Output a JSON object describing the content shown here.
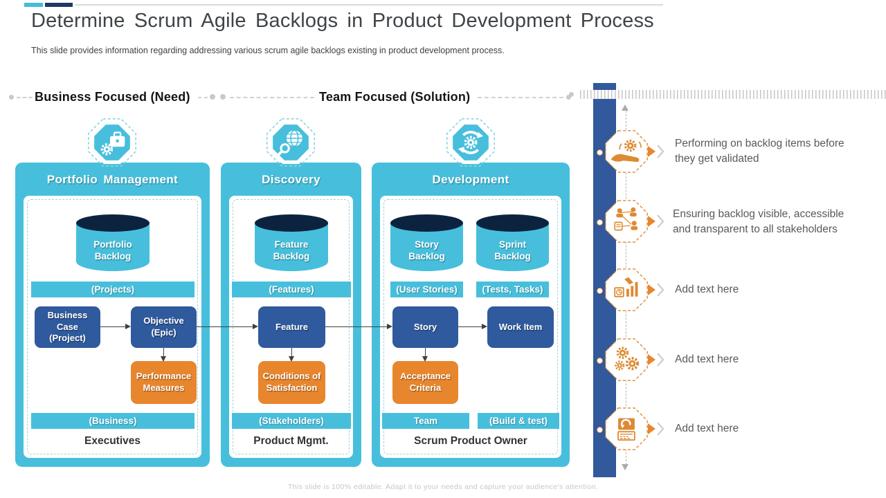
{
  "slide": {
    "title": "Determine Scrum Agile Backlogs in Product Development Process",
    "subtitle": "This slide provides information regarding addressing various scrum agile backlogs existing in product development process.",
    "footer": "This slide is 100% editable. Adapt it to your needs and capture your audience's attention."
  },
  "sections": {
    "business": "Business Focused (Need)",
    "team": "Team Focused (Solution)"
  },
  "colors": {
    "cyan": "#47BFDC",
    "navy_box": "#2F5A9D",
    "orange": "#E8862D",
    "cylinder_top": "#0C2340",
    "sidebar_bar": "#31599B",
    "icon_orange": "#DE8A33"
  },
  "columns": [
    {
      "title": "Portfolio Management",
      "icon": "briefcase-gear",
      "backlogs": [
        {
          "name": "Portfolio Backlog",
          "caption": "(Projects)"
        }
      ],
      "boxes": {
        "left": "Business Case (Project)",
        "right": "Objective (Epic)",
        "orange": "Performance Measures"
      },
      "footer_bars": [
        "(Business)"
      ],
      "owner": "Executives"
    },
    {
      "title": "Discovery",
      "icon": "globe-search",
      "backlogs": [
        {
          "name": "Feature Backlog",
          "caption": "(Features)"
        }
      ],
      "boxes": {
        "center": "Feature",
        "orange": "Conditions of Satisfaction"
      },
      "footer_bars": [
        "(Stakeholders)"
      ],
      "owner": "Product Mgmt."
    },
    {
      "title": "Development",
      "icon": "cycle-gear",
      "backlogs": [
        {
          "name": "Story Backlog",
          "caption": "(User Stories)"
        },
        {
          "name": "Sprint Backlog",
          "caption": "(Tests, Tasks)"
        }
      ],
      "boxes": {
        "left": "Story",
        "right": "Work Item",
        "orange": "Acceptance Criteria"
      },
      "footer_bars": [
        "Team",
        "(Build & test)"
      ],
      "owner": "Scrum Product Owner"
    }
  ],
  "timeline": {
    "items": [
      {
        "icon": "hand-gear",
        "text": "Performing on backlog items before they get validated"
      },
      {
        "icon": "stakeholder-network",
        "text": "Ensuring backlog visible, accessible and transparent to all stakeholders"
      },
      {
        "icon": "chart-pen",
        "text": "Add text here"
      },
      {
        "icon": "gears",
        "text": "Add text here"
      },
      {
        "icon": "document-rotate",
        "text": "Add text here"
      }
    ]
  }
}
